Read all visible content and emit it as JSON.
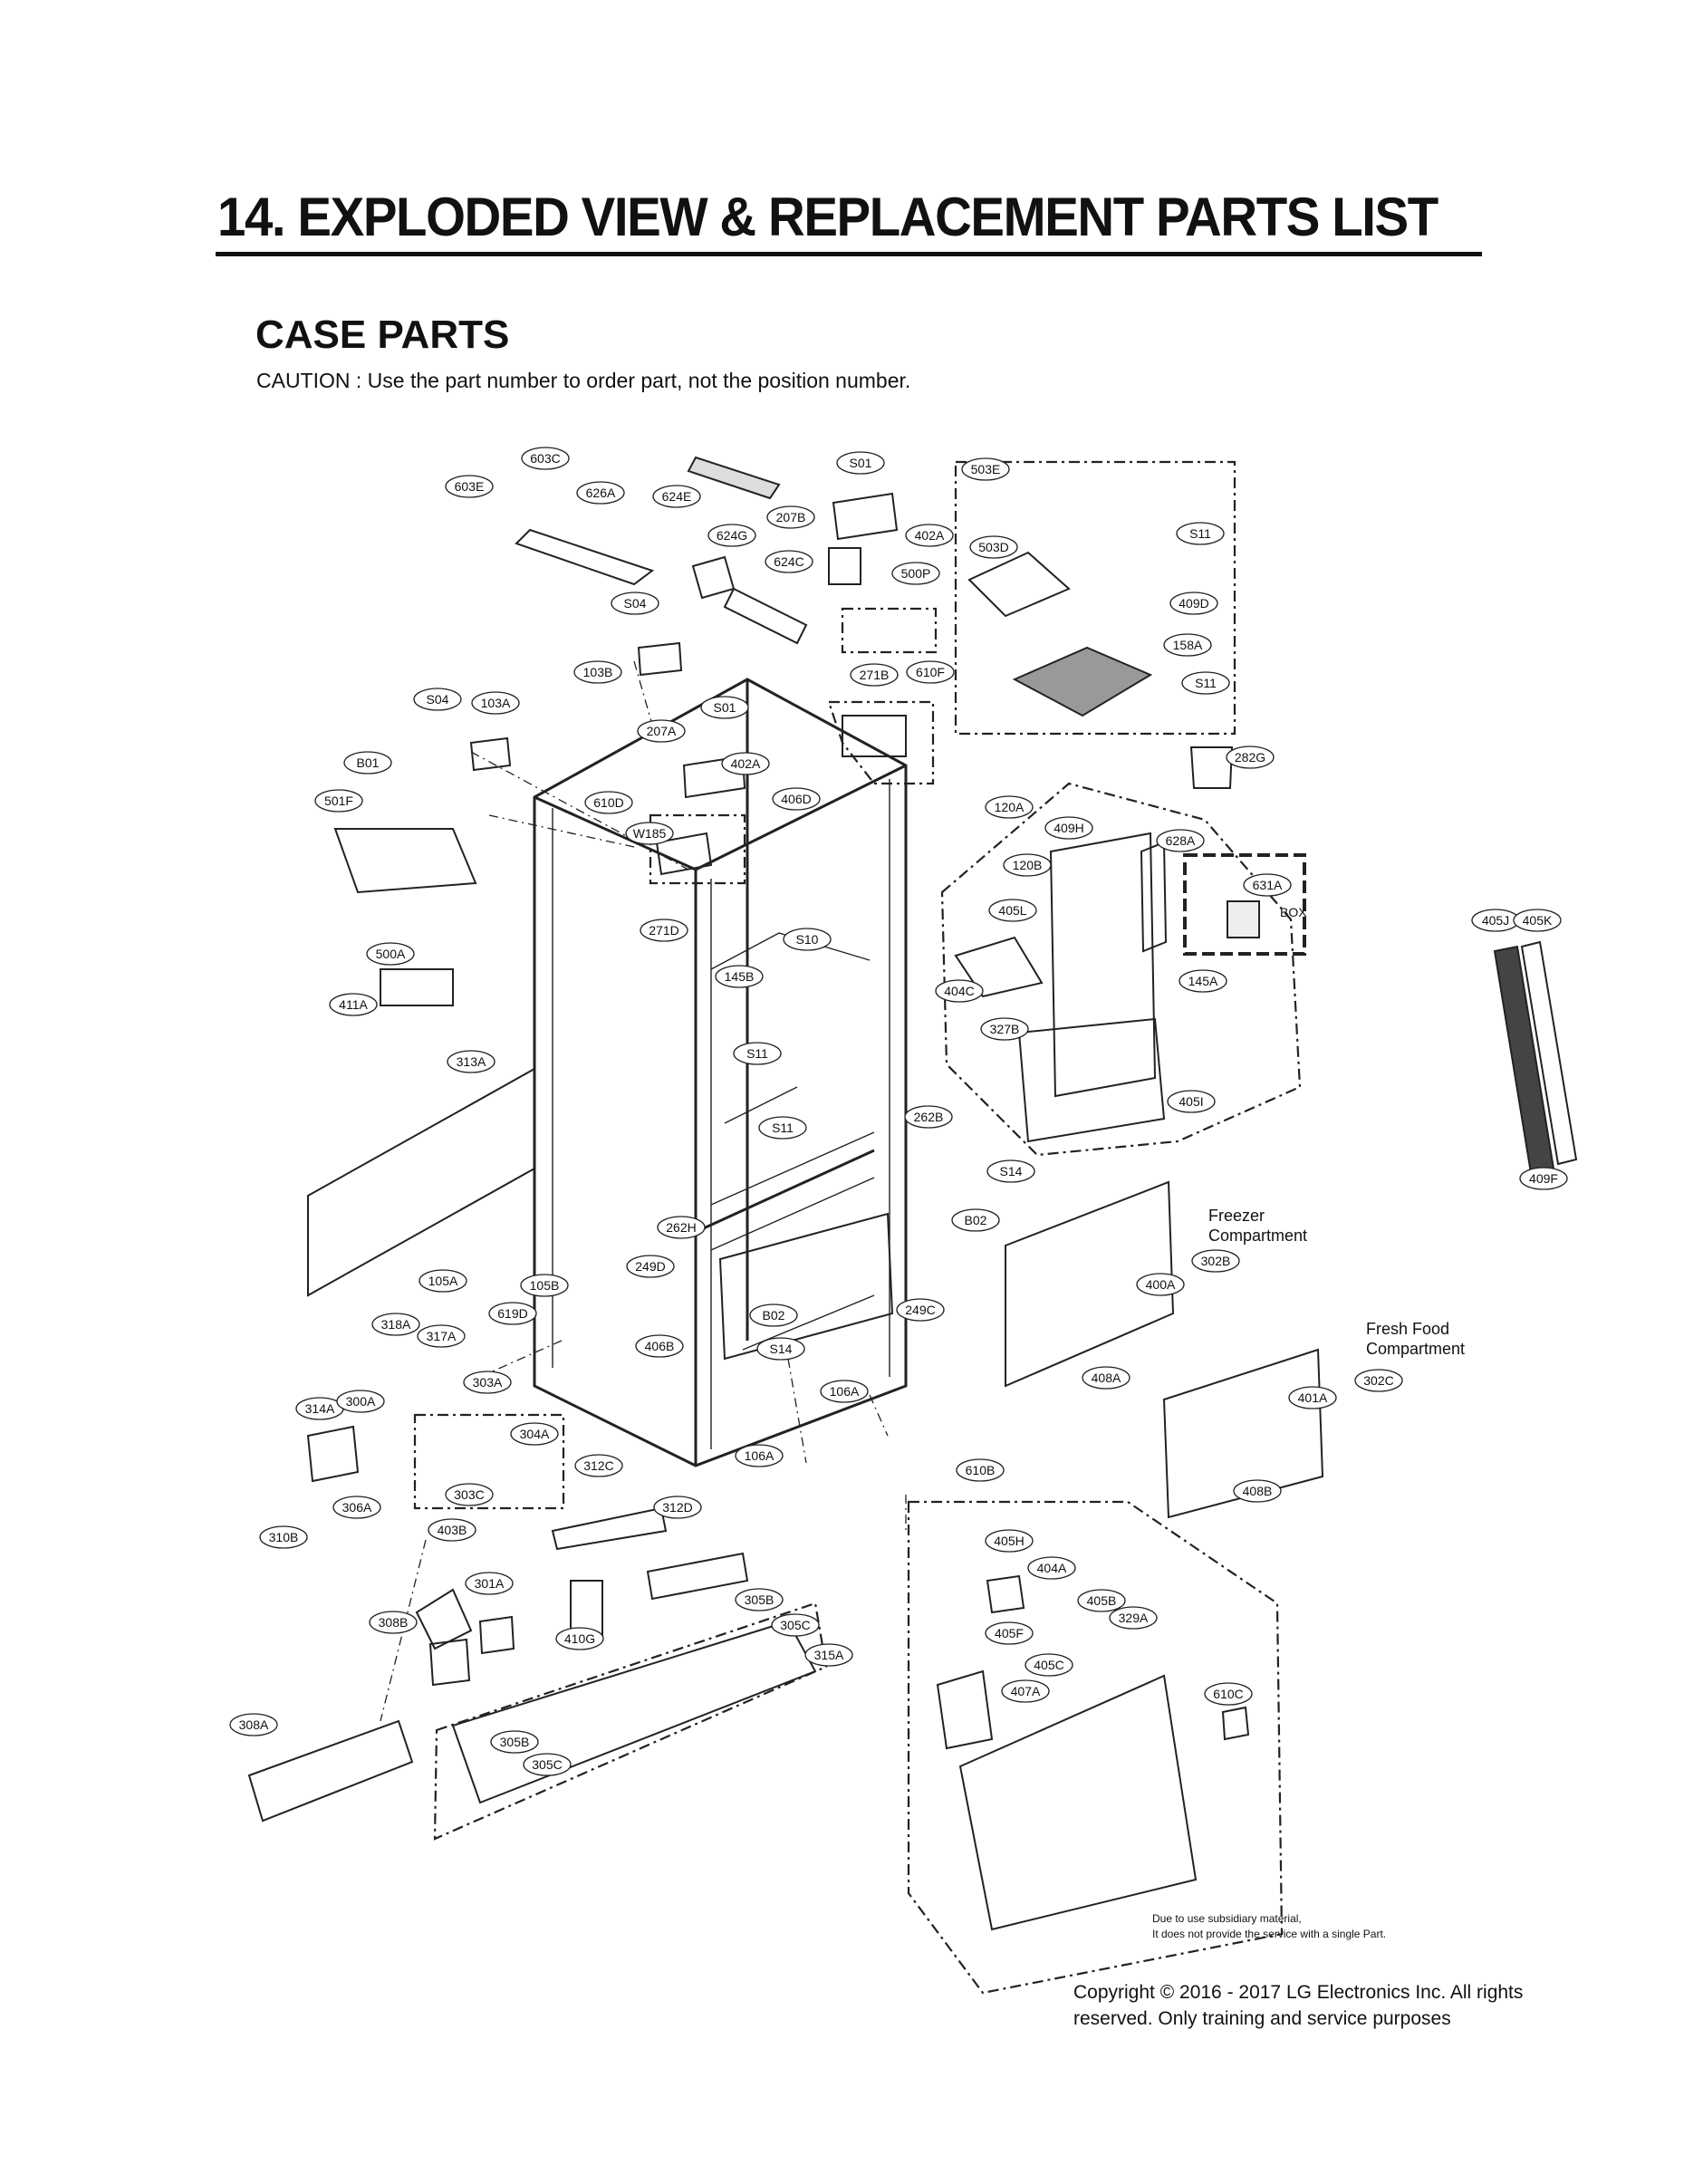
{
  "header": {
    "title": "14. EXPLODED VIEW & REPLACEMENT PARTS LIST"
  },
  "section": {
    "title": "CASE PARTS",
    "caution": "CAUTION : Use the part number to order part, not the position number."
  },
  "callouts": [
    "603C",
    "603E",
    "626A",
    "624E",
    "S01",
    "207B",
    "402A",
    "503E",
    "624G",
    "624C",
    "500P",
    "503D",
    "S11",
    "409D",
    "S04",
    "158A",
    "103B",
    "271B",
    "610F",
    "S11",
    "S04",
    "103A",
    "S01",
    "207A",
    "402A",
    "282G",
    "B01",
    "501F",
    "610D",
    "406D",
    "W185",
    "120A",
    "409H",
    "628A",
    "120B",
    "631A",
    "405L",
    "405J",
    "405K",
    "271D",
    "S10",
    "145B",
    "404C",
    "145A",
    "327B",
    "500A",
    "411A",
    "S11",
    "405I",
    "313A",
    "S11",
    "262B",
    "S14",
    "409F",
    "B02",
    "262H",
    "249D",
    "105A",
    "105B",
    "619D",
    "B02",
    "249C",
    "318A",
    "317A",
    "406B",
    "S14",
    "303A",
    "106A",
    "314A",
    "300A",
    "304A",
    "312C",
    "106A",
    "303C",
    "306A",
    "312D",
    "310B",
    "403B",
    "301A",
    "410G",
    "308B",
    "305B",
    "305C",
    "315A",
    "308A",
    "305B",
    "305C",
    "610B",
    "405H",
    "404A",
    "405B",
    "329A",
    "405F",
    "405C",
    "407A",
    "610C",
    "400A",
    "302B",
    "408A",
    "401A",
    "302C",
    "408B"
  ],
  "labels": {
    "box": "BOX",
    "freezer": [
      "Freezer",
      "Compartment"
    ],
    "fresh_food": [
      "Fresh Food",
      "Compartment"
    ]
  },
  "note": {
    "line1": "Due to use subsidiary material,",
    "line2": "It does not provide the service with a single Part."
  },
  "copyright": {
    "line1": "Copyright © 2016 - 2017 LG Electronics Inc. All rights",
    "line2": "reserved. Only training and service purposes"
  }
}
